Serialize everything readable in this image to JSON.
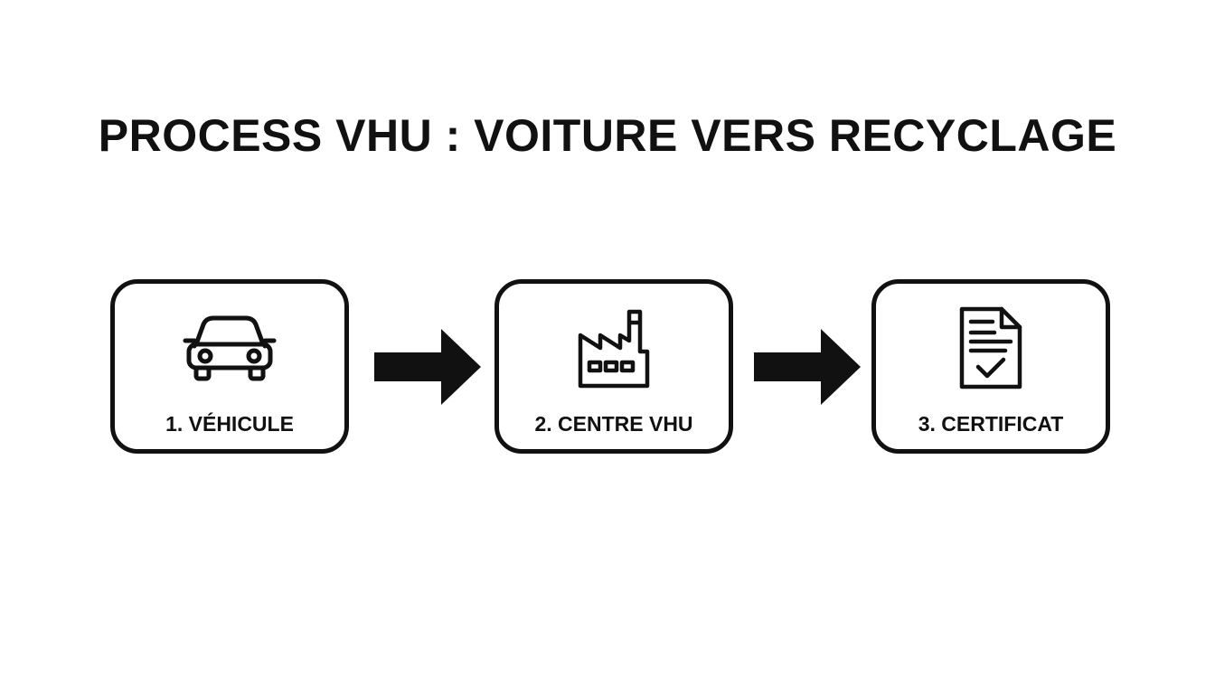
{
  "title": "PROCESS VHU : VOITURE VERS RECYCLAGE",
  "steps": [
    {
      "label": "1. VÉHICULE",
      "icon": "car-icon"
    },
    {
      "label": "2. CENTRE VHU",
      "icon": "factory-icon"
    },
    {
      "label": "3. CERTIFICAT",
      "icon": "certificate-document-icon"
    }
  ],
  "connectors": [
    "arrow-right-icon",
    "arrow-right-icon"
  ],
  "colors": {
    "ink": "#111111",
    "background": "#ffffff"
  }
}
